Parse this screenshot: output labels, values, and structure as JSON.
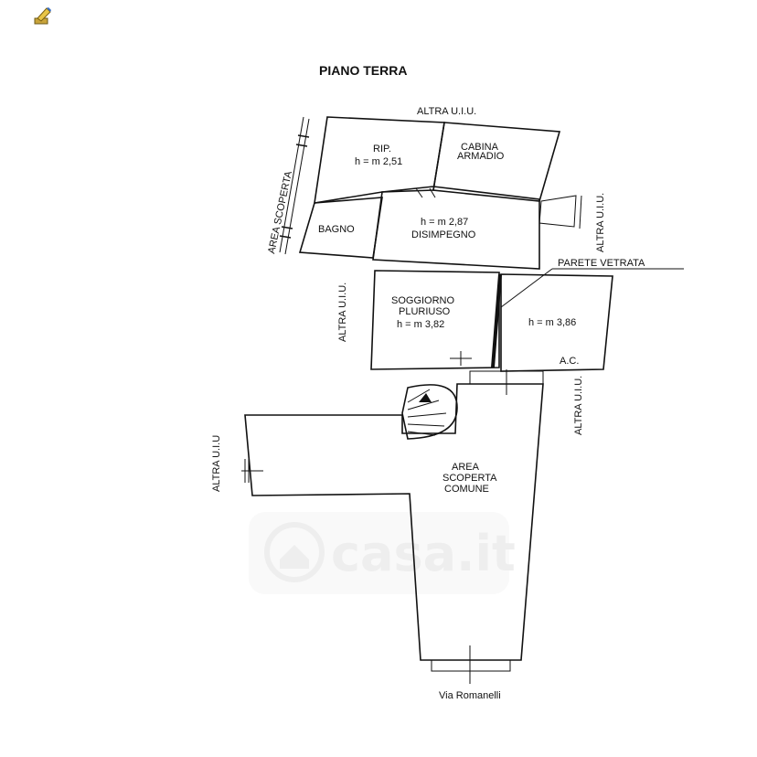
{
  "title": "PIANO TERRA",
  "labels": {
    "altra_top": "ALTRA U.I.U.",
    "area_scoperta_left": "AREA SCOPERTA",
    "altra_right_upper": "ALTRA U.I.U.",
    "parete_vetrata": "PARETE VETRATA",
    "altra_left_mid": "ALTRA U.I.U.",
    "altra_right_lower": "ALTRA U.I.U.",
    "altra_left_lower": "ALTRA U.I.U",
    "via": "Via Romanelli",
    "ac": "A.C."
  },
  "rooms": {
    "rip": {
      "name": "RIP.",
      "height": "h = m 2,51"
    },
    "cabina": {
      "line1": "CABINA",
      "line2": "ARMADIO"
    },
    "bagno": {
      "name": "BAGNO"
    },
    "disimpegno": {
      "height": "h = m 2,87",
      "name": "DISIMPEGNO"
    },
    "soggiorno": {
      "line1": "SOGGIORNO",
      "line2": "PLURIUSO",
      "height": "h = m 3,82"
    },
    "veranda": {
      "height": "h = m 3,86"
    },
    "area_comune": {
      "line1": "AREA",
      "line2": "SCOPERTA",
      "line3": "COMUNE"
    }
  },
  "watermark": "casa.it",
  "icons": {
    "corner": "pencil-icon",
    "watermark": "house-icon"
  }
}
